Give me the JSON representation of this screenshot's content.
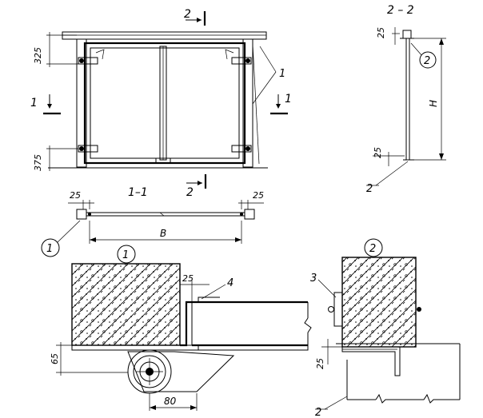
{
  "section_labels": {
    "top": "2 – 2",
    "plan": "1–1",
    "cut_2_top": "2",
    "cut_2_bottom": "2",
    "cut_1_left": "1",
    "cut_1_right": "1"
  },
  "dimensions": {
    "top_offset": "325",
    "bottom_offset": "375",
    "plan_left": "25",
    "plan_right": "25",
    "width": "B",
    "height": "H",
    "section_top": "25",
    "section_bottom": "25",
    "detail1_gap": "25",
    "detail1_depth": "65",
    "detail1_roller": "80",
    "detail2_gap": "25"
  },
  "callouts": {
    "leader_1": "1",
    "leader_2_side": "2",
    "leader_2_detail": "2",
    "leader_3": "3",
    "leader_4": "4",
    "detail_1": "1",
    "detail_2": "2",
    "plan_detail_1": "1",
    "section_detail_2": "2"
  },
  "colors": {
    "ink": "#000000",
    "paper": "#ffffff"
  }
}
